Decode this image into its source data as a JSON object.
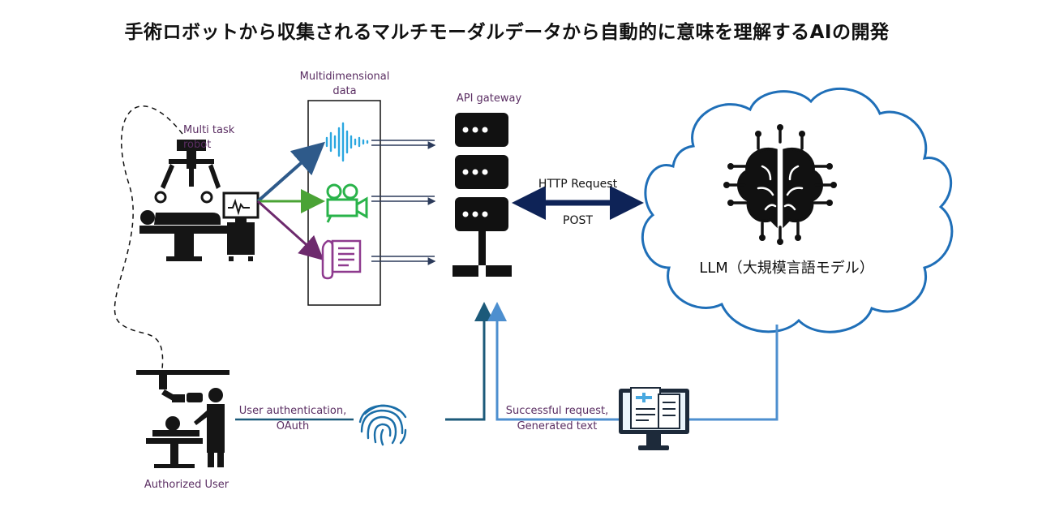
{
  "title": "手術ロボットから収集されるマルチモーダルデータから自動的に意味を理解するAIの開発",
  "labels": {
    "multi_task_robot": "Multi task\nrobot",
    "multidimensional_data": "Multidimensional\ndata",
    "api_gateway": "API gateway",
    "http_request": "HTTP Request",
    "post": "POST",
    "llm": "LLM（大規模言語モデル）",
    "user_auth": "User authentication,\nOAuth",
    "success": "Successful request,\nGenerated text",
    "authorized_user": "Authorized User"
  },
  "colors": {
    "audio_arrow": "#2e5a8a",
    "video_arrow": "#4aa335",
    "doc_arrow": "#6d2a6d",
    "cloud": "#1f6fb8",
    "http_arrow": "#0e2357",
    "auth_line": "#1c5a7a",
    "response_line": "#4d8fcf",
    "audio_icon": "#2aa7e0",
    "video_icon": "#29b34a",
    "doc_icon": "#8e3a8e",
    "label_text": "#5a2d62"
  },
  "icons": {
    "robot": "surgical-robot-icon",
    "audio": "sound-wave-icon",
    "video": "video-camera-icon",
    "document": "scroll-document-icon",
    "server": "server-stack-icon",
    "brain": "ai-brain-icon",
    "fingerprint": "fingerprint-icon",
    "monitor": "medical-report-monitor-icon",
    "user": "doctor-patient-icon"
  }
}
